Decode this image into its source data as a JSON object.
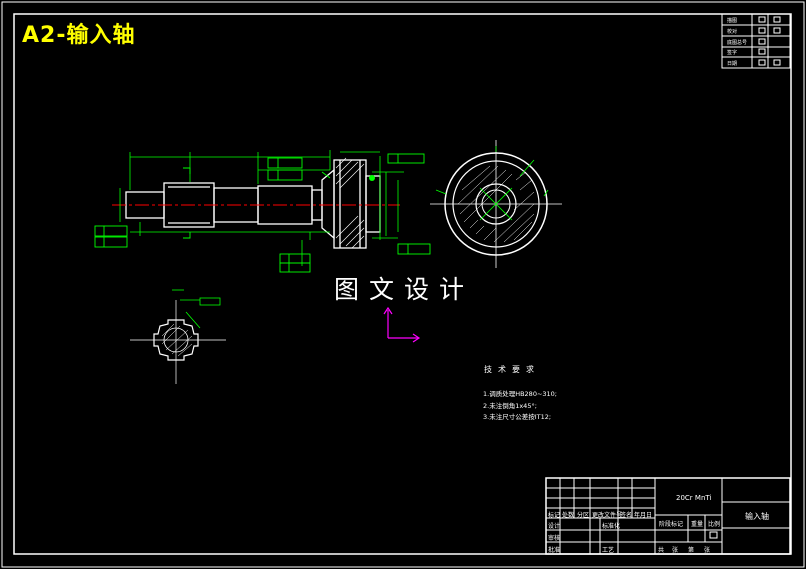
{
  "drawing": {
    "title": "A2-输入轴",
    "watermark": "图文设计",
    "part_name": "输入轴",
    "material": "20Cr MnTi"
  },
  "technical_requirements": {
    "heading": "技术要求",
    "items": [
      "1.调质处理HB280~310;",
      "2.未注倒角1x45°;",
      "3.未注尺寸公差按IT12;"
    ]
  },
  "revision_table": {
    "rows": [
      "描图",
      "校对",
      "底图总号",
      "签字",
      "日期"
    ]
  },
  "title_block": {
    "labels": [
      "标记",
      "处数",
      "分区",
      "更改文件号",
      "签名",
      "年月日",
      "设计",
      "标准化",
      "审核",
      "工艺",
      "批准",
      "阶段标记",
      "重量",
      "比例",
      "共",
      "张",
      "第",
      "张"
    ]
  },
  "colors": {
    "frame": "#ffffff",
    "geometry": "#ffffff",
    "dimension": "#00ff00",
    "centerline": "#ff0000",
    "title": "#ffff00",
    "ucs": "#ff00ff"
  }
}
